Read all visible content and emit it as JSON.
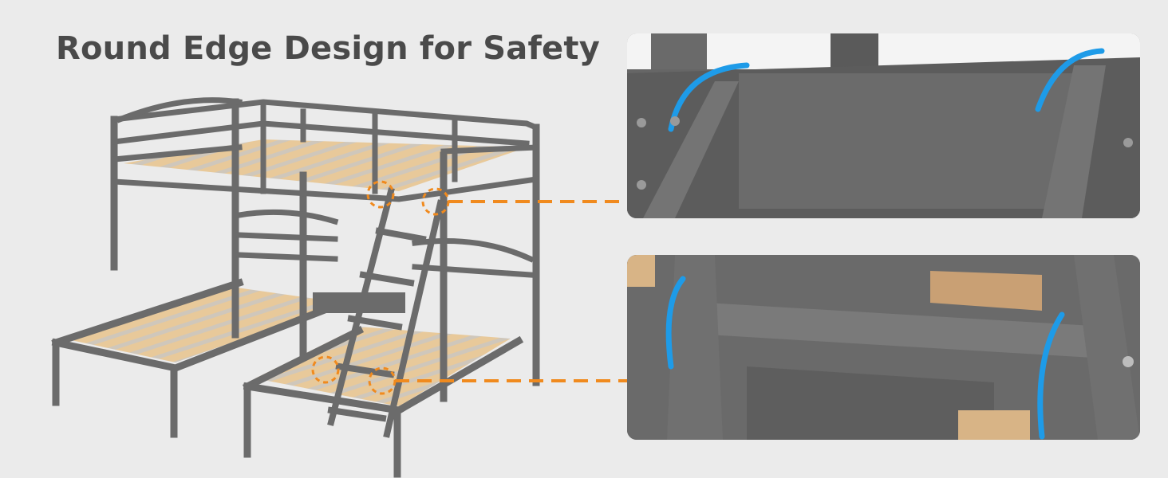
{
  "headline": "Round Edge Design for Safety",
  "colors": {
    "background": "#ebebeb",
    "headline": "#4a4a4a",
    "frame": "#6b6b6b",
    "slat": "#e8c99a",
    "callout": "#f08a1e",
    "edge_highlight": "#1e9be8"
  },
  "callouts": [
    {
      "name": "upper-ladder-rail-corner"
    },
    {
      "name": "lower-ladder-step-corner"
    }
  ]
}
